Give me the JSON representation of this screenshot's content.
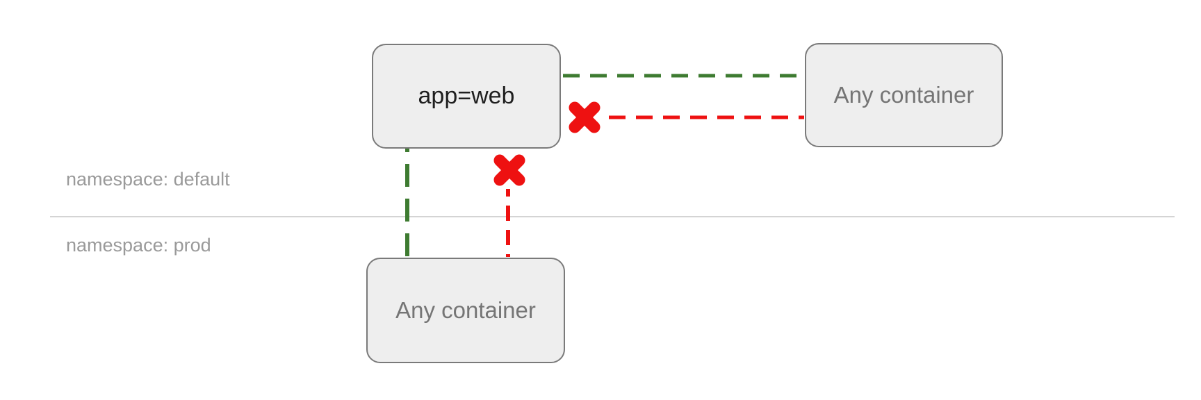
{
  "namespaces": [
    {
      "id": "default",
      "label": "namespace: default"
    },
    {
      "id": "prod",
      "label": "namespace: prod"
    }
  ],
  "nodes": [
    {
      "id": "app-web",
      "label": "app=web",
      "namespace": "default"
    },
    {
      "id": "any-container-default",
      "label": "Any container",
      "namespace": "default"
    },
    {
      "id": "any-container-prod",
      "label": "Any container",
      "namespace": "prod"
    }
  ],
  "edges": [
    {
      "from": "app-web",
      "to": "any-container-default",
      "status": "allowed"
    },
    {
      "from": "any-container-default",
      "to": "app-web",
      "status": "blocked"
    },
    {
      "from": "app-web",
      "to": "any-container-prod",
      "status": "allowed"
    },
    {
      "from": "any-container-prod",
      "to": "app-web",
      "status": "blocked"
    }
  ],
  "colors": {
    "allowed": "#3e7b31",
    "blocked": "#ee1111",
    "node_fill": "#eeeeee",
    "node_border": "#7a7a7a",
    "node_text_primary": "#1f1f1f",
    "node_text_secondary": "#757575",
    "namespace_label": "#9a9a9a",
    "divider": "#d4d4d4"
  }
}
